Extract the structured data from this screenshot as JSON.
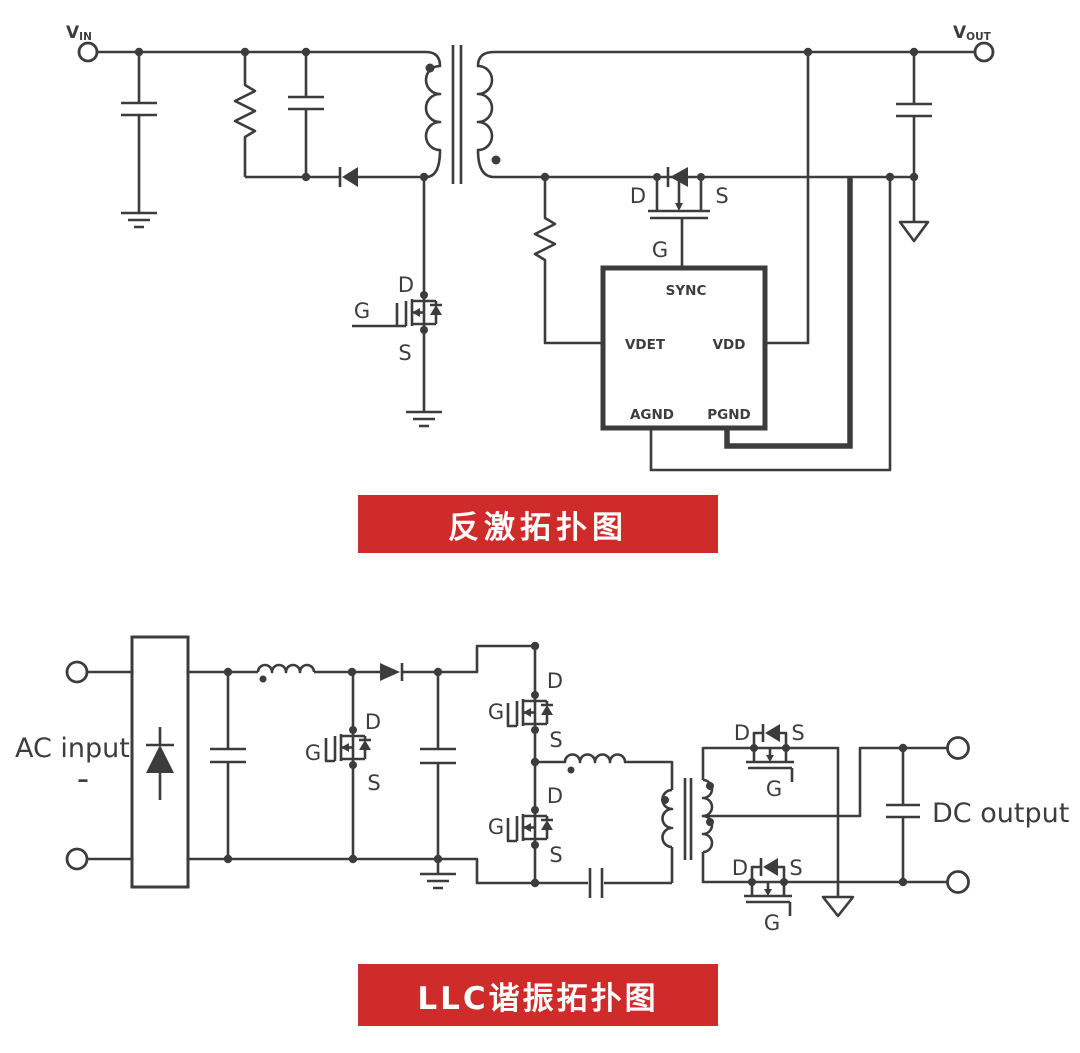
{
  "colors": {
    "background": "#ffffff",
    "line": "#3c3c3c",
    "banner_bg": "#cf2b2b",
    "banner_text": "#ffffff"
  },
  "banners": {
    "flyback": "反激拓扑图",
    "llc": "LLC谐振拓扑图"
  },
  "labels": {
    "d": "D",
    "g": "G",
    "s": "S"
  },
  "flyback": {
    "vin_main": "V",
    "vin_sub": "IN",
    "vout_main": "V",
    "vout_sub": "OUT",
    "ic_pins": {
      "sync": "SYNC",
      "vdet": "VDET",
      "vdd": "VDD",
      "agnd": "AGND",
      "pgnd": "PGND"
    }
  },
  "llc": {
    "ac_input": "AC input",
    "ac_minus": "-",
    "dc_output": "DC output"
  }
}
